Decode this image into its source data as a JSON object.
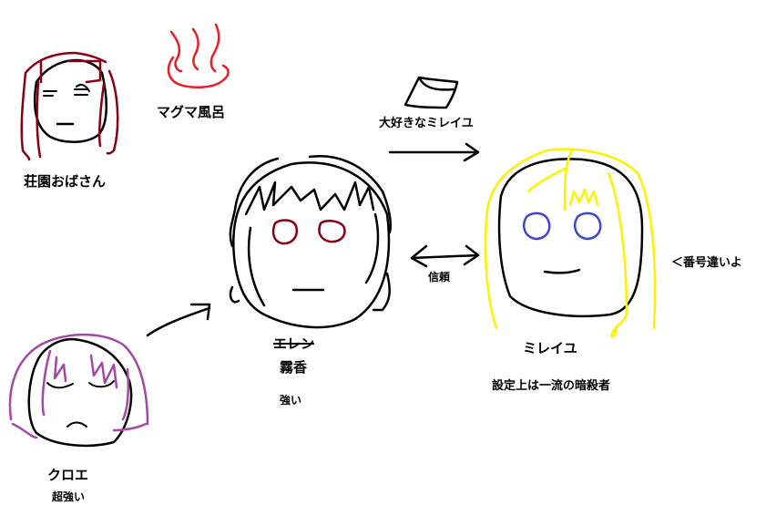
{
  "colors": {
    "background": "#ffffff",
    "outline": "#000000",
    "shoen_hair": "#880015",
    "onsen_steam": "#ed1c24",
    "kirika_eyes": "#880015",
    "mireiyu_hair": "#fff200",
    "mireiyu_eyes": "#3f48cc",
    "kuroe_hair": "#a349a4"
  },
  "characters": {
    "shoen": {
      "name": "荘園おばさん"
    },
    "onsen": {
      "label": "マグマ風呂",
      "icon": "hot-spring-icon"
    },
    "kirika": {
      "old_name": "エレン",
      "name": "霧香",
      "note": "強い"
    },
    "mireiyu": {
      "name": "ミレイユ",
      "note": "設定上は一流の暗殺者"
    },
    "kuroe": {
      "name": "クロエ",
      "note": "超強い"
    }
  },
  "relations": {
    "kirika_to_mireiyu": {
      "label": "大好きなミレイユ",
      "icon": "letter-icon"
    },
    "kirika_mireiyu_mutual": {
      "label": "信頼"
    },
    "kuroe_to_kirika": {
      "label": ""
    }
  },
  "annotations": {
    "number_wrong": "＜番号違いよ"
  }
}
